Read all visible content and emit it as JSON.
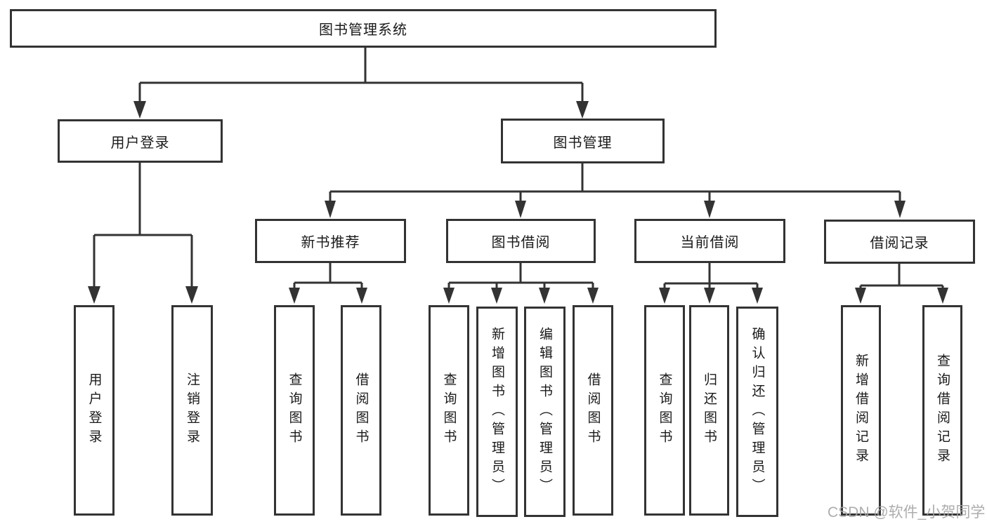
{
  "tree": {
    "root": {
      "label": "图书管理系统",
      "children": [
        {
          "label": "用户登录",
          "children": [
            {
              "label": "用户登录"
            },
            {
              "label": "注销登录"
            }
          ]
        },
        {
          "label": "图书管理",
          "children": [
            {
              "label": "新书推荐",
              "children": [
                {
                  "label": "查询图书"
                },
                {
                  "label": "借阅图书"
                }
              ]
            },
            {
              "label": "图书借阅",
              "children": [
                {
                  "label": "查询图书"
                },
                {
                  "label": "新增图书（管理员）"
                },
                {
                  "label": "编辑图书（管理员）"
                },
                {
                  "label": "借阅图书"
                }
              ]
            },
            {
              "label": "当前借阅",
              "children": [
                {
                  "label": "查询图书"
                },
                {
                  "label": "归还图书"
                },
                {
                  "label": "确认归还（管理员）"
                }
              ]
            },
            {
              "label": "借阅记录",
              "children": [
                {
                  "label": "新增借阅记录"
                },
                {
                  "label": "查询借阅记录"
                }
              ]
            }
          ]
        }
      ]
    }
  },
  "watermark": "CSDN @软件_小贺同学",
  "colors": {
    "line": "#333333",
    "box_border": "#333333",
    "text": "#1a1a1a",
    "watermark": "#a4a4a4"
  }
}
